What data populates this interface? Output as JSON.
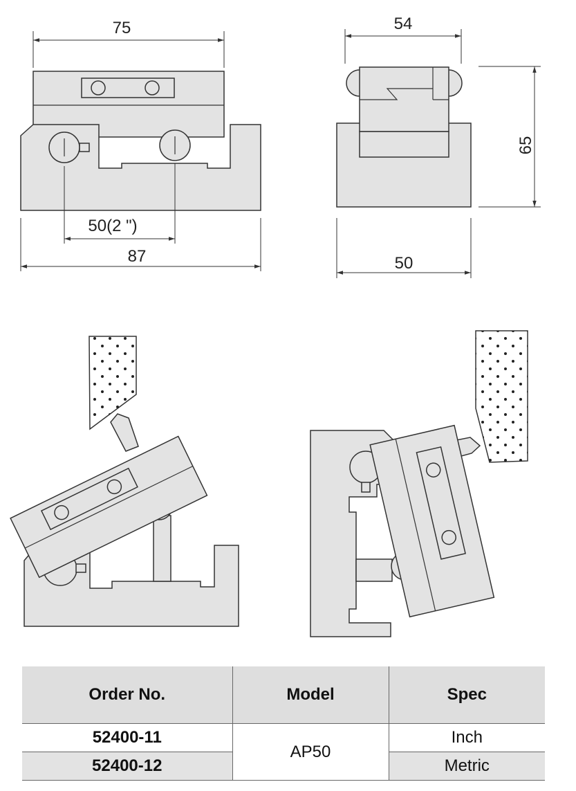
{
  "dimensions": {
    "top_width_front": "75",
    "base_width_front": "87",
    "center_distance": "50(2 \")",
    "top_width_side": "54",
    "base_width_side": "50",
    "height_side": "65"
  },
  "table": {
    "headers": [
      "Order No.",
      "Model",
      "Spec"
    ],
    "rows": [
      {
        "order": "52400-11",
        "spec": "Inch"
      },
      {
        "order": "52400-12",
        "spec": "Metric"
      }
    ],
    "model": "AP50"
  }
}
